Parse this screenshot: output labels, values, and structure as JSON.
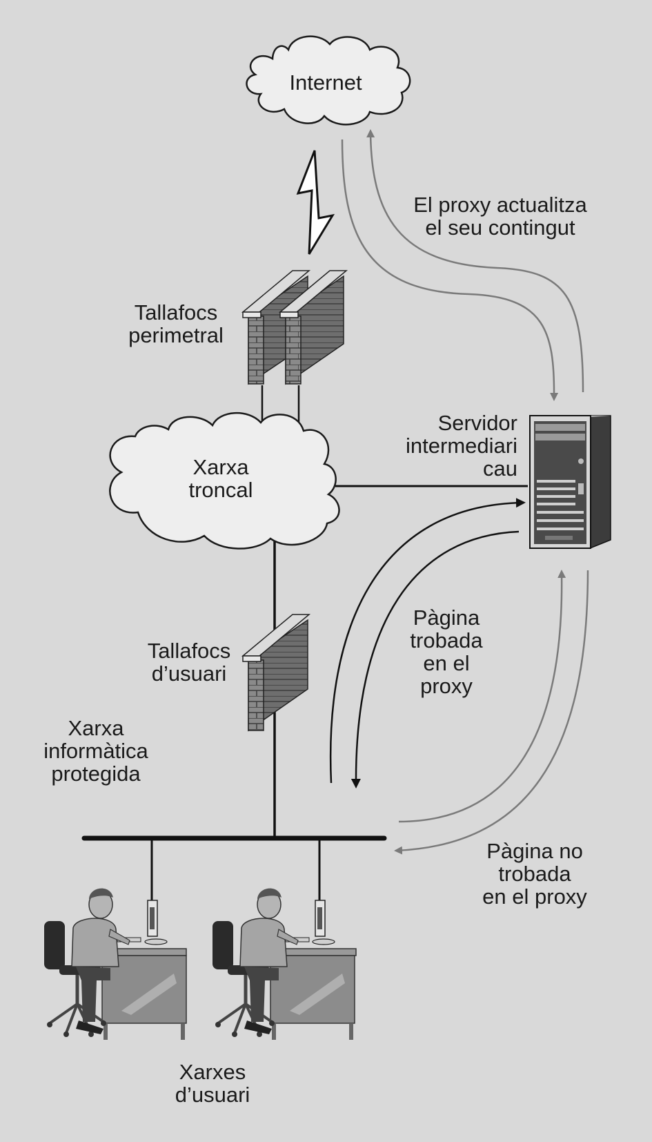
{
  "nodes": {
    "internet": {
      "label": [
        "Internet"
      ]
    },
    "firewall_perimeter": {
      "label": [
        "Tallafocs",
        "perimetral"
      ]
    },
    "backbone": {
      "label": [
        "Xarxa",
        "troncal"
      ]
    },
    "proxy_server": {
      "label": [
        "Servidor",
        "intermediari",
        "cau"
      ]
    },
    "firewall_user": {
      "label": [
        "Tallafocs",
        "d’usuari"
      ]
    },
    "protected_network": {
      "label": [
        "Xarxa",
        "informàtica",
        "protegida"
      ]
    },
    "user_networks": {
      "label": [
        "Xarxes",
        "d’usuari"
      ]
    }
  },
  "flows": {
    "proxy_update": {
      "label": [
        "El proxy actualitza",
        "el seu contingut"
      ]
    },
    "page_found": {
      "label": [
        "Pàgina",
        "trobada",
        "en el",
        "proxy"
      ]
    },
    "page_not_found": {
      "label": [
        "Pàgina no",
        "trobada",
        "en el proxy"
      ]
    }
  },
  "colors": {
    "background": "#d9d9d9",
    "line": "#111111",
    "grey_arrow": "#7a7a7a",
    "cloud_fill": "#eeeeee"
  }
}
